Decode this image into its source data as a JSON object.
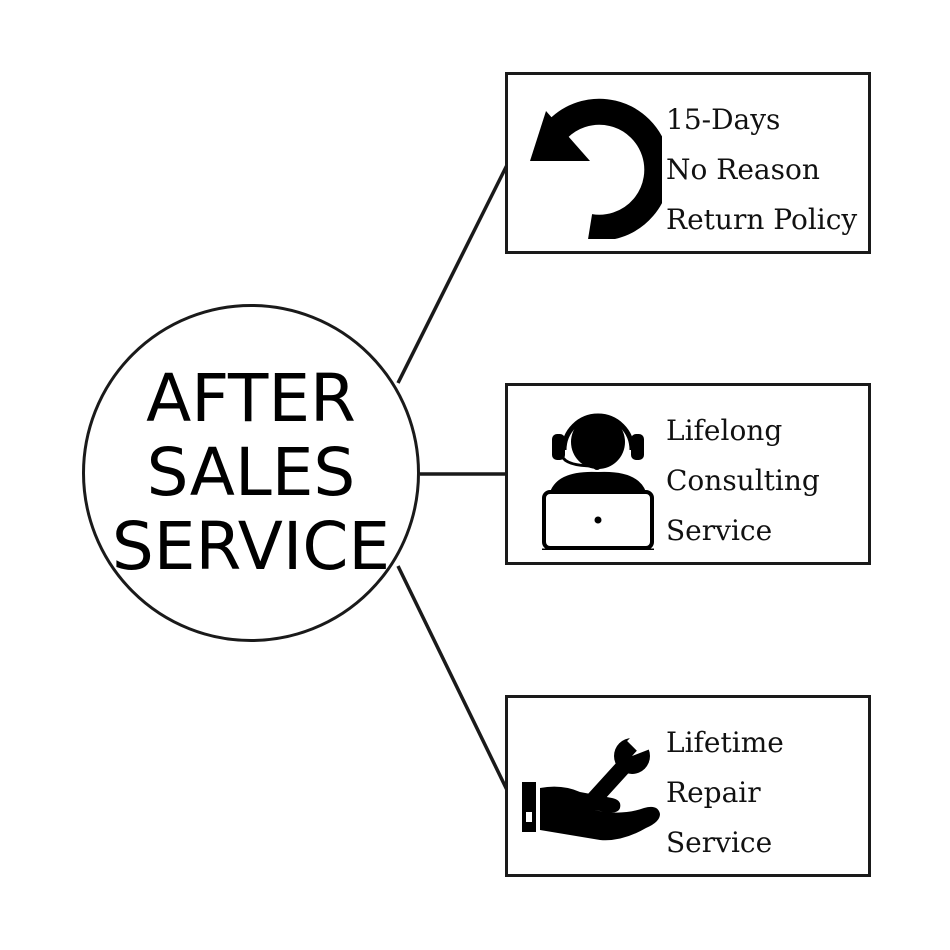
{
  "hub": {
    "lines": [
      "AFTER",
      "SALES",
      "SERVICE"
    ]
  },
  "cards": [
    {
      "icon": "return-arrow-icon",
      "lines": [
        "15-Days",
        "No Reason",
        "Return Policy"
      ]
    },
    {
      "icon": "headset-support-agent-icon",
      "lines": [
        "Lifelong",
        "Consulting",
        "Service"
      ]
    },
    {
      "icon": "hand-wrench-icon",
      "lines": [
        "Lifetime",
        "Repair",
        "Service"
      ]
    }
  ],
  "colors": {
    "stroke": "#1a1a1a",
    "text": "#111111",
    "background": "#ffffff"
  }
}
